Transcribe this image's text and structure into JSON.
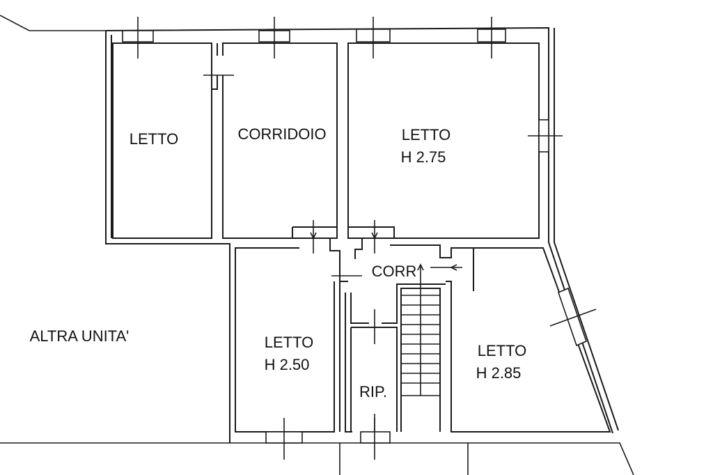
{
  "rooms": {
    "letto_left": {
      "name": "LETTO"
    },
    "corridoio": {
      "name": "CORRIDOIO"
    },
    "letto_top_right": {
      "name": "LETTO",
      "height": "H 2.75"
    },
    "corr": {
      "name": "CORR"
    },
    "letto_center": {
      "name": "LETTO",
      "height": "H 2.50"
    },
    "rip": {
      "name": "RIP."
    },
    "letto_right": {
      "name": "LETTO",
      "height": "H 2.85"
    },
    "altra_unita": {
      "name": "ALTRA UNITA'"
    }
  }
}
